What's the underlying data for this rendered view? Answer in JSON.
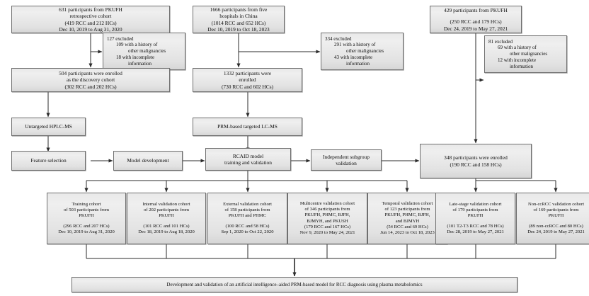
{
  "figure": {
    "type": "study-flowchart",
    "title_box": "Development and validation of an artificial intelligence–aided PRM-based model for RCC diagnosis using plasma metabolomics"
  },
  "sources": [
    {
      "id": "source-pkufh-retrospective",
      "lines": [
        "631 participants from PKUFH",
        "retrospective cohort",
        "(419 RCC and 212 HCs)",
        "Dec 10, 2019 to Aug 31, 2020"
      ]
    },
    {
      "id": "source-five-hospitals",
      "lines": [
        "1666 participants from five",
        "hospitals in China",
        "(1014 RCC and 652 HCs)",
        "Dec 10, 2019 to Oct 18, 2023"
      ]
    },
    {
      "id": "source-pkufh-subgroup",
      "lines": [
        "429 participants from PKUFH",
        "",
        "(250 RCC and 179 HCs)",
        "Dec 24, 2019 to May 27, 2021"
      ]
    }
  ],
  "exclusions": [
    {
      "id": "excluded-127",
      "lines": [
        "127 excluded",
        "109 with a history of",
        "other malignancies",
        "18 with incomplete",
        "information"
      ]
    },
    {
      "id": "excluded-334",
      "lines": [
        "334 excluded",
        "291 with a history of",
        "other malignancies",
        "43 with incomplete",
        "information"
      ]
    },
    {
      "id": "excluded-81",
      "lines": [
        "81 excluded",
        "69 with a history of",
        "other malignancies",
        "12 with incomplete",
        "information"
      ]
    }
  ],
  "enrolled": [
    {
      "id": "enrolled-discovery",
      "lines": [
        "504 participants were enrolled",
        "as the discovery cohort",
        "(302 RCC and 202 HCs)"
      ]
    },
    {
      "id": "enrolled-1332",
      "lines": [
        "1332 participants were",
        "enrolled",
        "(730 RCC and 602 HCs)"
      ]
    },
    {
      "id": "enrolled-348",
      "lines": [
        "348 participants were enrolled",
        "(190 RCC and 158 HCs)"
      ]
    }
  ],
  "process": {
    "untargeted": "Untargeted HPLC-MS",
    "targeted": "PRM-based targeted LC-MS",
    "feature_selection": "Feature selection",
    "model_development": "Model development",
    "rcaid_line1": "RCAID model",
    "rcaid_line2": "training and validation",
    "subgroup_line1": "Independent subgroup",
    "subgroup_line2": "validation"
  },
  "cohorts": [
    {
      "id": "cohort-training",
      "lines": [
        "Training cohort",
        "of 503 participants from",
        "PKUFH",
        "",
        "(296 RCC and 207 HCs)",
        "Dec 10, 2019 to Aug 31, 2020"
      ]
    },
    {
      "id": "cohort-internal-validation",
      "lines": [
        "Internal validation cohort",
        "of 202 participants from",
        "PKUFH",
        "",
        "(101 RCC and 101 HCs)",
        "Dec 18, 2019 to Aug 18, 2020"
      ]
    },
    {
      "id": "cohort-external-validation",
      "lines": [
        "External validation cohort",
        "of 158 participants from",
        "PKUFH and PHMC",
        "",
        "(100 RCC and 58 HCs)",
        "Sep 1, 2020 to  Oct 22, 2020"
      ]
    },
    {
      "id": "cohort-multicentre-validation",
      "lines": [
        "Multicentre validation cohort",
        "of 346 participants from",
        "PKUFH, PHMC, BJFH,",
        "BJMYH, and PKUSH",
        "(179 RCC and 167 HCs)",
        "Nov 9, 2020 to May 24, 2021"
      ]
    },
    {
      "id": "cohort-temporal-validation",
      "lines": [
        "Temporal validation cohort",
        "of 123 participants from",
        "PKUFH, PHMC, BJFH,",
        "and BJMYH",
        "(54 RCC and 69 HCs)",
        "Jun 14, 2023 to Oct 18, 2023"
      ]
    },
    {
      "id": "cohort-late-stage-validation",
      "lines": [
        "Late-stage validation cohort",
        "of 179 participants from",
        "PKUFH",
        "",
        "(101 T2-T3 RCC and 78 HCs)",
        "Dec 28, 2019 to May 27, 2021"
      ]
    },
    {
      "id": "cohort-non-ccrcc-validation",
      "lines": [
        "Non-ccRCC validation cohort",
        "of 169 participants from",
        "PKUFH",
        "",
        "(89 non-ccRCC and 80 HCs)",
        "Dec 24, 2019 to May 27, 2021"
      ]
    }
  ],
  "colors": {
    "box_border": "#6f6f6f",
    "box_fill_top": "#efefef",
    "box_fill_bottom": "#d6d6d6",
    "line": "#2b2b2b",
    "text": "#0d0d0d",
    "background": "#ffffff"
  }
}
